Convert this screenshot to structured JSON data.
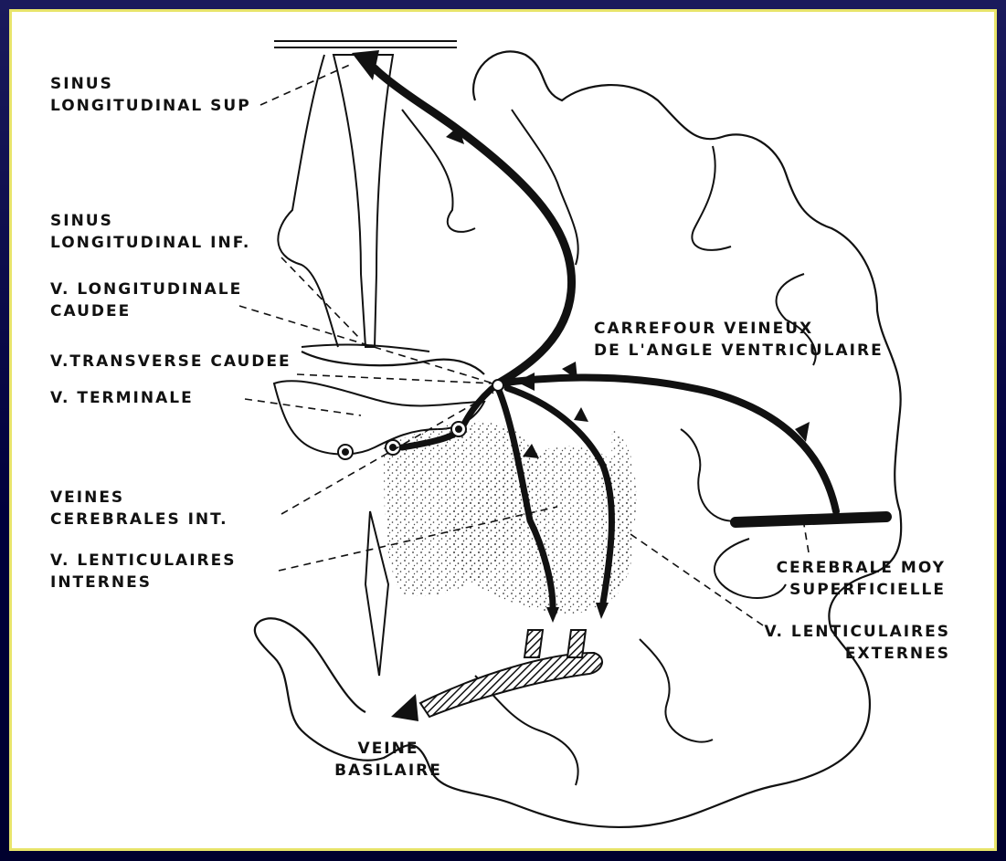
{
  "labels": {
    "sinus_sup": [
      "SINUS",
      "LONGITUDINAL SUP"
    ],
    "sinus_inf": [
      "SINUS",
      "LONGITUDINAL INF."
    ],
    "v_long_caudee": [
      "V. LONGITUDINALE",
      "CAUDEE"
    ],
    "v_trans_caudee": "V.TRANSVERSE CAUDEE",
    "v_terminale": "V. TERMINALE",
    "veines_cerebrales": [
      "VEINES",
      "CEREBRALES INT."
    ],
    "v_lent_internes": [
      "V. LENTICULAIRES",
      "INTERNES"
    ],
    "carrefour": [
      "CARREFOUR VEINEUX",
      "DE L'ANGLE VENTRICULAIRE"
    ],
    "cerebrale_moy": [
      "CEREBRALE MOY",
      "SUPERFICIELLE"
    ],
    "v_lent_externes": [
      "V. LENTICULAIRES",
      "EXTERNES"
    ],
    "veine_basilaire": [
      "VEINE",
      "BASILAIRE"
    ]
  },
  "colors": {
    "background": "#00003c",
    "frame_border": "#e8e46a",
    "panel": "#ffffff",
    "ink": "#111111"
  }
}
